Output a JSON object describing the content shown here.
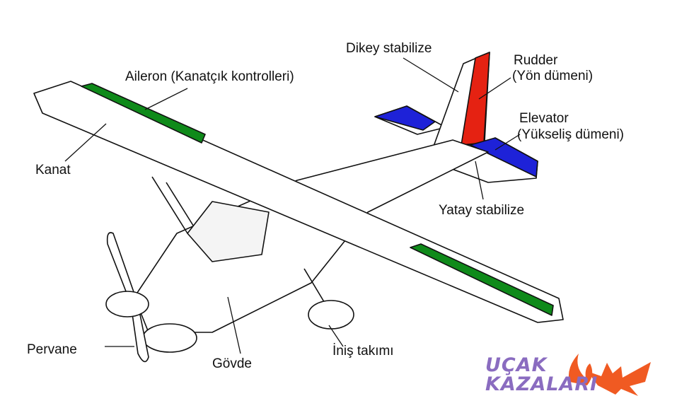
{
  "title": "Uçak parçaları",
  "labels": {
    "dikey": "Dikey stabilize",
    "rudder": "Rudder",
    "rudder_tr": "(Yön dümeni)",
    "elevator": "Elevator",
    "elevator_tr": "(Yükseliş dümeni)",
    "yatay": "Yatay stabilize",
    "aileron": "Aileron (Kanatçık kontrolleri)",
    "kanat": "Kanat",
    "pervane": "Pervane",
    "govde": "Gövde",
    "inis": "İniş takımı"
  },
  "logo": {
    "line1": "UÇAK",
    "line2": "KAZALARI"
  },
  "colors": {
    "aileron": "#0f8a1a",
    "rudder": "#e52212",
    "elevator": "#1e22d8",
    "logo_text": "#8a6cc0",
    "logo_icon": "#f05a22"
  }
}
